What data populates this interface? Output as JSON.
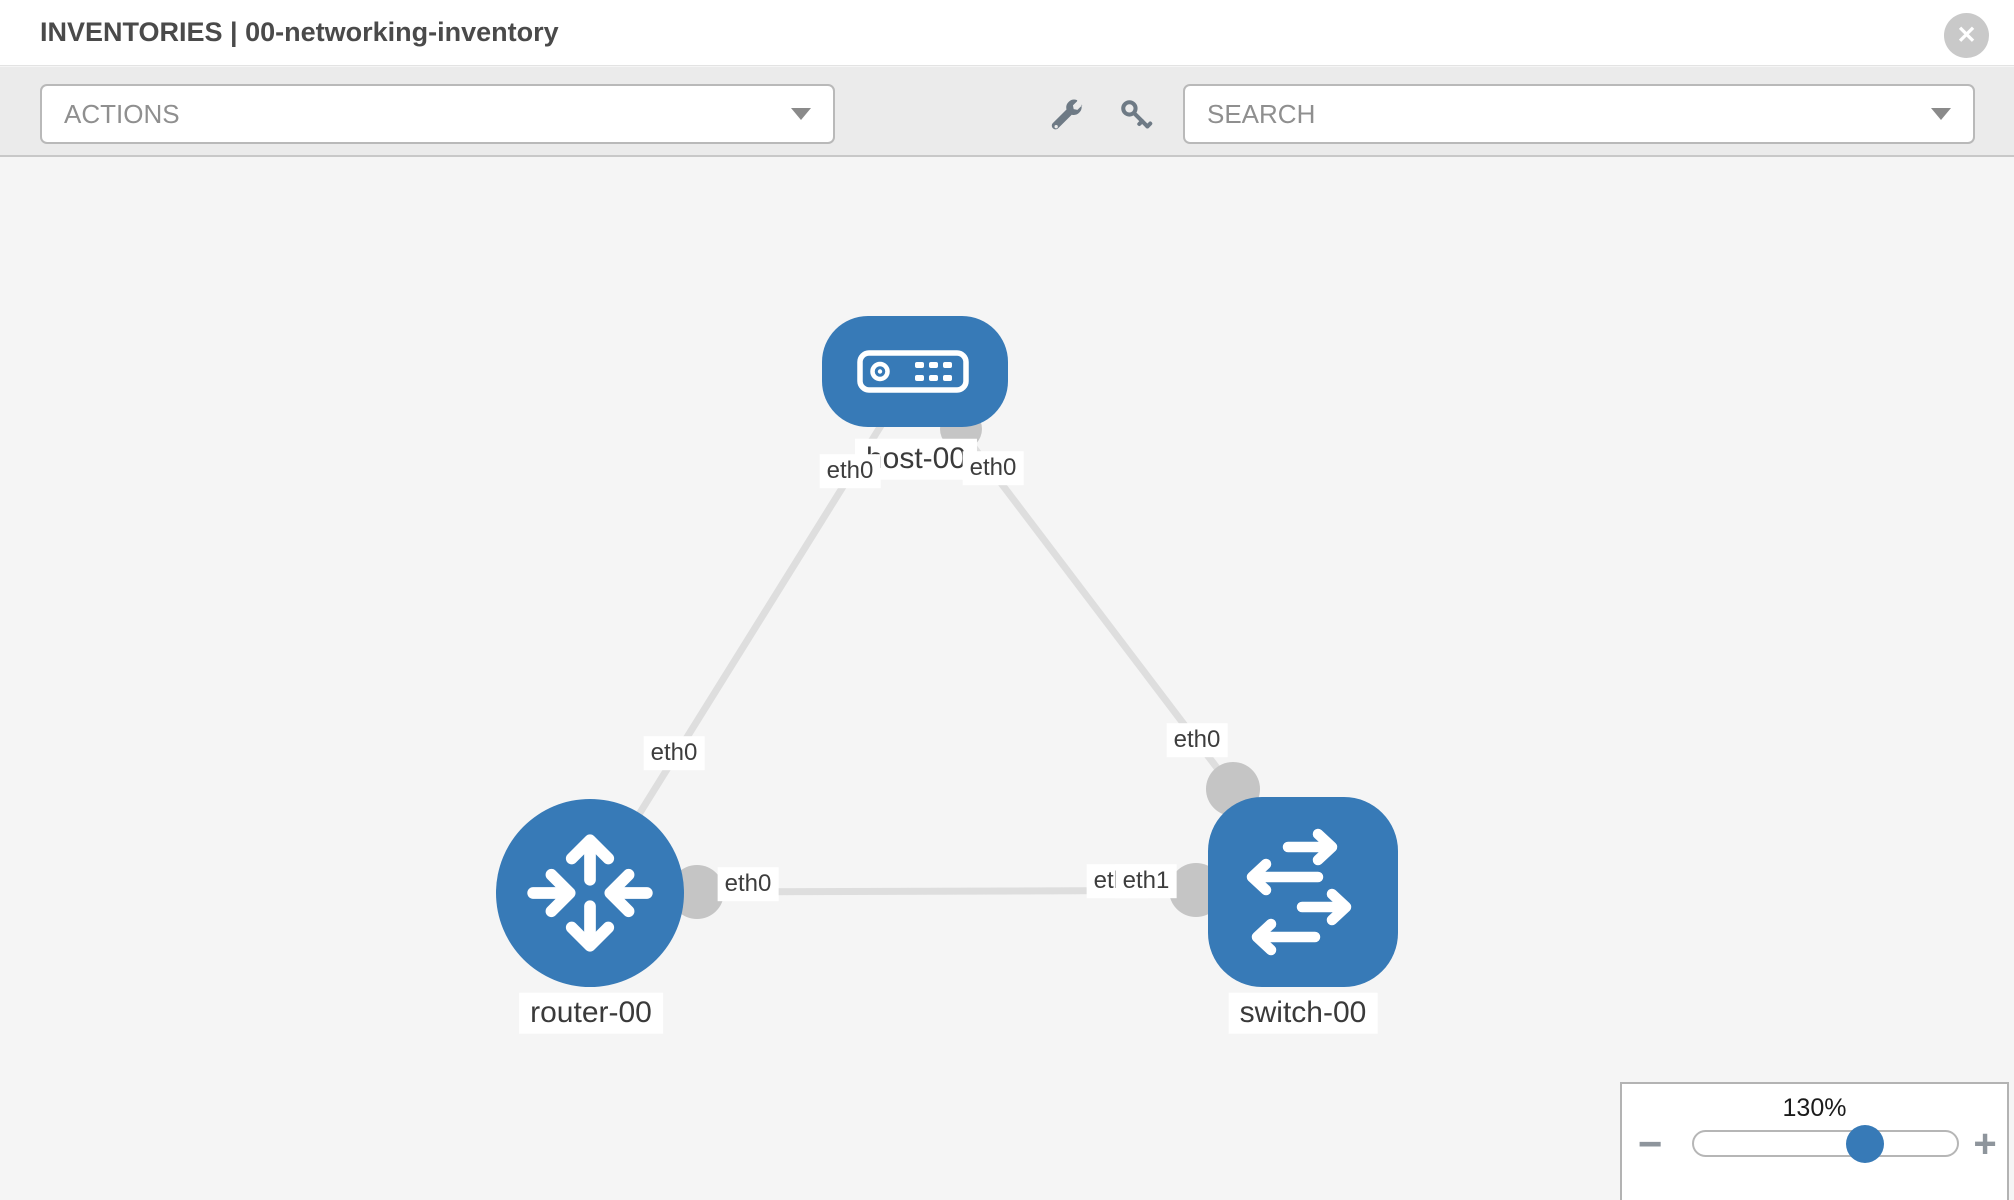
{
  "header": {
    "title": "INVENTORIES | 00-networking-inventory"
  },
  "toolbar": {
    "actions": {
      "label": "ACTIONS"
    },
    "search": {
      "placeholder": "SEARCH"
    },
    "tools": [
      "wrench-icon",
      "key-icon"
    ]
  },
  "icons": {
    "close": "✕"
  },
  "diagram": {
    "nodes": [
      {
        "id": "host-00",
        "type": "host",
        "label": "host-00"
      },
      {
        "id": "router-00",
        "type": "router",
        "label": "router-00"
      },
      {
        "id": "switch-00",
        "type": "switch",
        "label": "switch-00"
      }
    ],
    "links": [
      {
        "from": "host-00",
        "from_interface": "eth0",
        "to": "router-00",
        "to_interface": "eth0"
      },
      {
        "from": "host-00",
        "from_interface": "eth0",
        "to": "switch-00",
        "to_interface": "eth0"
      },
      {
        "from": "router-00",
        "from_interface": "eth0",
        "to": "switch-00",
        "to_interface": "eth1",
        "occluded_label": "eth0"
      }
    ]
  },
  "zoom_control": {
    "level": "130%",
    "percent": 130,
    "minus_label": "−",
    "plus_label": "+"
  },
  "colors": {
    "node_blue": "#377ab7",
    "link_gray": "#dedede",
    "port_gray": "#c5c5c5",
    "canvas_bg": "#f5f5f5",
    "toolbar_bg": "#ebebeb"
  }
}
